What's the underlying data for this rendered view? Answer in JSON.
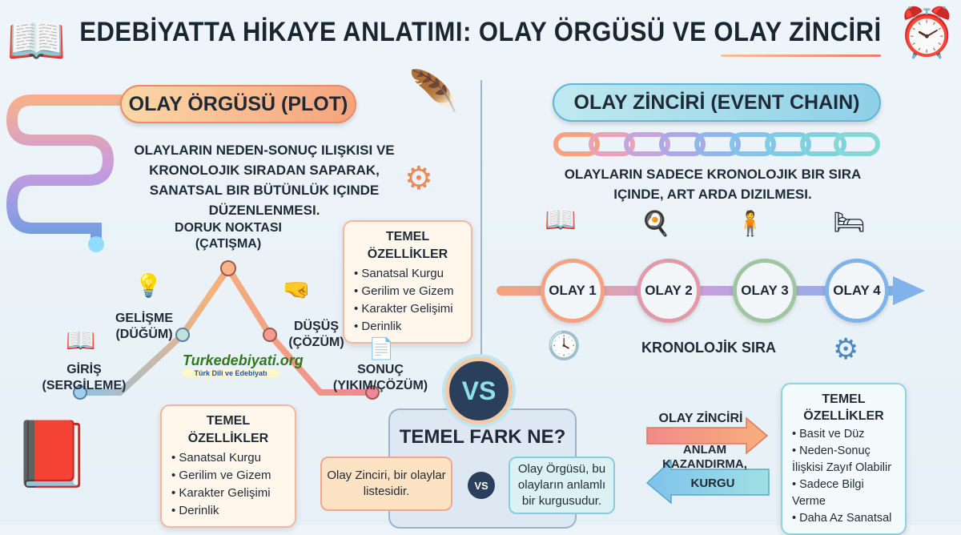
{
  "title": "EDEBİYATTA HİKAYE ANLATIMI: OLAY ÖRGÜSÜ VE OLAY ZİNCİRİ",
  "plot": {
    "heading": "OLAY ÖRGÜSÜ (PLOT)",
    "description": "Olayların neden-sonuç ilişkisi ve kronolojik sıradan saparak, sanatsal bir bütünlük içinde düzenlenmesi.",
    "stages": [
      {
        "name": "GİRİŞ",
        "sub": "(SERGİLEME)",
        "icon": "open-book-icon"
      },
      {
        "name": "GELİŞME",
        "sub": "(DÜĞÜM)",
        "icon": "lightbulb-icon"
      },
      {
        "name": "DORUK NOKTASI",
        "sub": "(ÇATIŞMA)",
        "icon": ""
      },
      {
        "name": "DÜŞÜŞ",
        "sub": "(ÇÖZÜM)",
        "icon": "fists-icon"
      },
      {
        "name": "SONUÇ",
        "sub": "(YIKIM/ÇÖZÜM)",
        "icon": "document-icon"
      }
    ],
    "features_title": "TEMEL ÖZELLİKLER",
    "features": [
      "Sanatsal Kurgu",
      "Gerilim ve Gizem",
      "Karakter Gelişimi",
      "Derinlik"
    ]
  },
  "logo": {
    "name": "Turkedebiyati.org",
    "tagline": "Türk Dili ve Edebiyatı"
  },
  "chain": {
    "heading": "OLAY ZİNCİRİ (EVENT CHAIN)",
    "description": "Olayların sadece kronolojik bir sıra içinde, art arda dizilmesi.",
    "events": [
      "OLAY 1",
      "OLAY 2",
      "OLAY 3",
      "OLAY 4"
    ],
    "timeline_label": "KRONOLOJİK SIRA",
    "features_title": "TEMEL ÖZELLİKLER",
    "features": [
      "Basit ve Düz",
      "Neden-Sonuç İlişkisi Zayıf Olabilir",
      "Sadece Bilgi Verme",
      "Daha Az Sanatsal"
    ]
  },
  "compare": {
    "vs": "VS",
    "heading": "TEMEL FARK NE?",
    "left": "Olay Zinciri, bir olaylar listesidir.",
    "right": "Olay Örgüsü, bu olayların anlamlı bir kurgusudur.",
    "arrow_right_label": "OLAY ZİNCİRİ",
    "arrow_left_label": "ANLAM KAZANDIRMA,",
    "arrow_left_inner": "KURGU"
  },
  "colors": {
    "orange": "#f6a37c",
    "blue": "#8fd0e8",
    "dark": "#2a3f5c"
  }
}
